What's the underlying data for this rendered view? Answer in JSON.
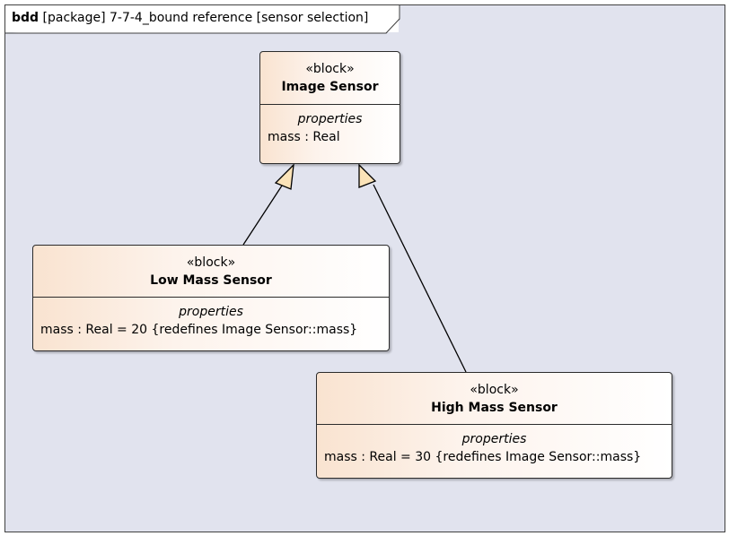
{
  "frame": {
    "keyword": "bdd",
    "title": "[package] 7-7-4_bound reference [sensor selection]"
  },
  "blocks": {
    "image_sensor": {
      "stereotype": "«block»",
      "name": "Image Sensor",
      "compartment": "properties",
      "property": "mass : Real"
    },
    "low_mass": {
      "stereotype": "«block»",
      "name": "Low Mass Sensor",
      "compartment": "properties",
      "property": "mass : Real = 20 {redefines Image Sensor::mass}"
    },
    "high_mass": {
      "stereotype": "«block»",
      "name": "High Mass Sensor",
      "compartment": "properties",
      "property": "mass : Real = 30 {redefines Image Sensor::mass}"
    }
  },
  "colors": {
    "frame_background": "#e1e3ee",
    "block_fill_start": "#f9e3d0",
    "block_fill_end": "#ffffff",
    "generalization_arrowhead": "#fbe3b8"
  }
}
